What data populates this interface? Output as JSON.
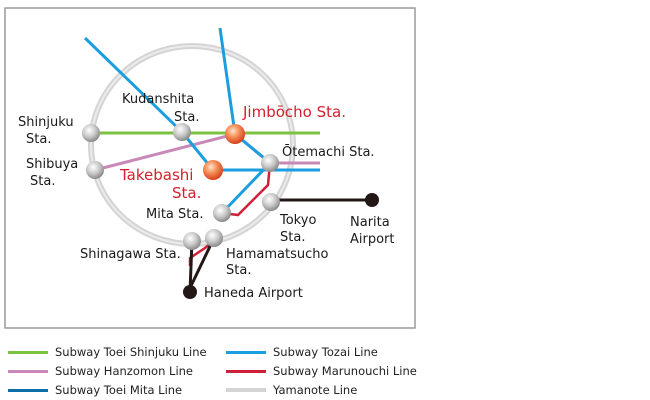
{
  "stations": {
    "jimbocho": "Jimbōcho Sta.",
    "takebashi_line1": "Takebashi",
    "takebashi_line2": "Sta.",
    "kudanshita_line1": "Kudanshita",
    "kudanshita_line2": "Sta.",
    "shinjuku_line1": "Shinjuku",
    "shinjuku_line2": "Sta.",
    "shibuya_line1": "Shibuya",
    "shibuya_line2": "Sta.",
    "otemachi": "Ōtemachi Sta.",
    "mita": "Mita Sta.",
    "tokyo_line1": "Tokyo",
    "tokyo_line2": "Sta.",
    "narita_line1": "Narita",
    "narita_line2": "Airport",
    "shinagawa": "Shinagawa Sta.",
    "hamamatsucho_line1": "Hamamatsucho",
    "hamamatsucho_line2": "Sta.",
    "haneda": "Haneda Airport"
  },
  "legend": [
    {
      "label": "Subway Toei Shinjuku Line",
      "color": "#7cc242"
    },
    {
      "label": "Subway Tozai Line",
      "color": "#1a9ee0"
    },
    {
      "label": "Subway Hanzomon Line",
      "color": "#c889b8"
    },
    {
      "label": "Subway Marunouchi Line",
      "color": "#d11f3a"
    },
    {
      "label": "Subway Toei Mita Line",
      "color": "#0d6ea8"
    },
    {
      "label": "Yamanote Line",
      "color": "#d4d4d4"
    }
  ],
  "colors": {
    "shinjuku_line": "#7cc242",
    "tozai_line": "#1a9ee0",
    "hanzomon_line": "#c889b8",
    "marunouchi_line": "#d11f3a",
    "mita_line": "#0d6ea8",
    "yamanote_line": "#d4d4d4",
    "airport_line": "#231815",
    "highlight_text": "#d4202c"
  }
}
